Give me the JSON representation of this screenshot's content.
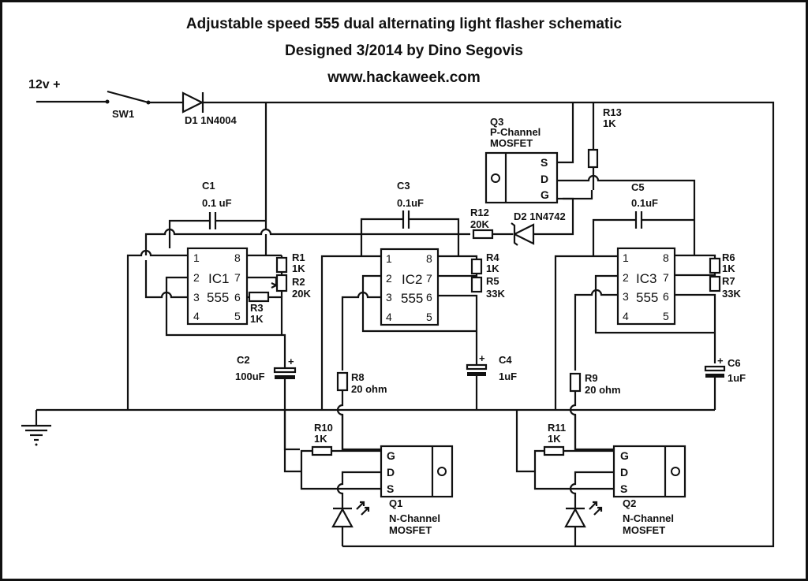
{
  "header": {
    "title": "Adjustable speed 555 dual alternating light flasher schematic",
    "subtitle": "Designed 3/2014 by Dino Segovis",
    "website": "www.hackaweek.com"
  },
  "power": {
    "supply_label": "12v +",
    "switch_label": "SW1",
    "diode_label": "D1 1N4004"
  },
  "timers": [
    {
      "ref": "IC1",
      "part": "555",
      "pins": [
        "1",
        "2",
        "3",
        "4",
        "5",
        "6",
        "7",
        "8"
      ]
    },
    {
      "ref": "IC2",
      "part": "555",
      "pins": [
        "1",
        "2",
        "3",
        "4",
        "5",
        "6",
        "7",
        "8"
      ]
    },
    {
      "ref": "IC3",
      "part": "555",
      "pins": [
        "1",
        "2",
        "3",
        "4",
        "5",
        "6",
        "7",
        "8"
      ]
    }
  ],
  "capacitors": {
    "c1": {
      "ref": "C1",
      "value": "0.1 uF"
    },
    "c2": {
      "ref": "C2",
      "value": "100uF",
      "polarity": "+"
    },
    "c3": {
      "ref": "C3",
      "value": "0.1uF"
    },
    "c4": {
      "ref": "C4",
      "value": "1uF",
      "polarity": "+"
    },
    "c5": {
      "ref": "C5",
      "value": "0.1uF"
    },
    "c6": {
      "ref": "C6",
      "value": "1uF",
      "polarity": "+"
    }
  },
  "resistors": {
    "r1": {
      "ref": "R1",
      "value": "1K"
    },
    "r2": {
      "ref": "R2",
      "value": "20K"
    },
    "r3": {
      "ref": "R3",
      "value": "1K"
    },
    "r4": {
      "ref": "R4",
      "value": "1K"
    },
    "r5": {
      "ref": "R5",
      "value": "33K"
    },
    "r6": {
      "ref": "R6",
      "value": "1K"
    },
    "r7": {
      "ref": "R7",
      "value": "33K"
    },
    "r8": {
      "ref": "R8",
      "value": "20 ohm"
    },
    "r9": {
      "ref": "R9",
      "value": "20 ohm"
    },
    "r10": {
      "ref": "R10",
      "value": "1K"
    },
    "r11": {
      "ref": "R11",
      "value": "1K"
    },
    "r12": {
      "ref": "R12",
      "value": "20K"
    },
    "r13": {
      "ref": "R13",
      "value": "1K"
    }
  },
  "zener": {
    "label": "D2 1N4742"
  },
  "mosfets": {
    "q1": {
      "ref": "Q1",
      "type": "N-Channel",
      "kind": "MOSFET",
      "pins": [
        "G",
        "D",
        "S"
      ]
    },
    "q2": {
      "ref": "Q2",
      "type": "N-Channel",
      "kind": "MOSFET",
      "pins": [
        "G",
        "D",
        "S"
      ]
    },
    "q3": {
      "ref": "Q3",
      "type": "P-Channel",
      "kind": "MOSFET",
      "pins": [
        "S",
        "D",
        "G"
      ]
    }
  },
  "icons": {
    "ground": "ground-icon",
    "led": "led-icon",
    "switch": "switch-icon"
  }
}
